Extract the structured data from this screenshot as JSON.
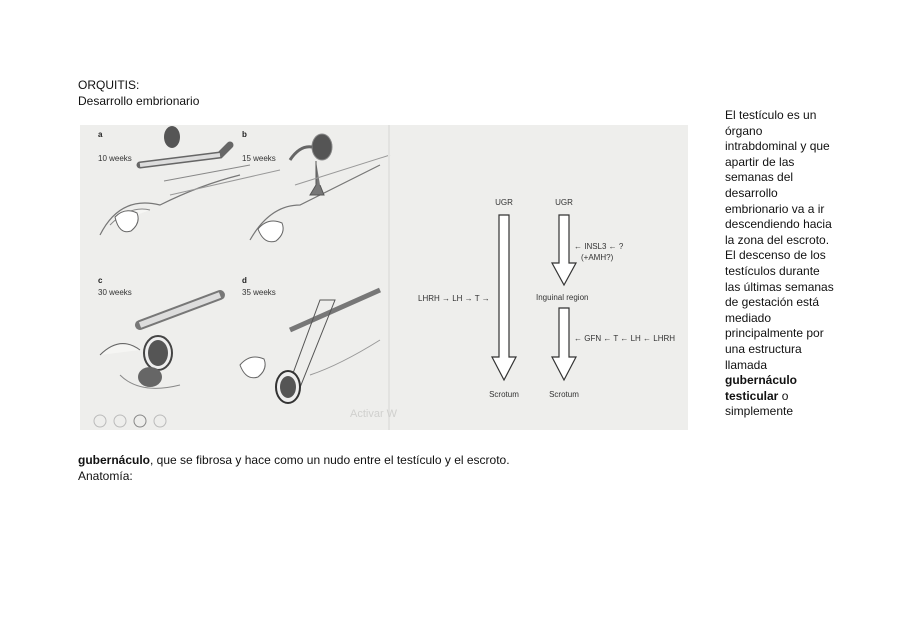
{
  "heading": {
    "line1": "ORQUITIS:",
    "line2": "Desarrollo embrionario"
  },
  "sidebar": {
    "p1": "El testículo es un órgano intrabdominal y que apartir de las semanas del desarrollo embrionario va a ir descendiendo hacia la zona del escroto.",
    "p2_start": "El descenso de los testículos durante las últimas semanas de gestación está mediado principalmente por una estructura llamada ",
    "p2_bold": "gubernáculo testicular",
    "p2_end": " o simplemente"
  },
  "bottom": {
    "bold": "gubernáculo",
    "rest": ", que se fibrosa y hace como un nudo entre el testículo y el escroto.",
    "line2": "Anatomía:"
  },
  "figure": {
    "panels": [
      {
        "letter": "a",
        "weeks": "10 weeks"
      },
      {
        "letter": "b",
        "weeks": "15 weeks"
      },
      {
        "letter": "c",
        "weeks": "30 weeks"
      },
      {
        "letter": "d",
        "weeks": "35 weeks"
      }
    ],
    "diagram": {
      "ugr_left": "UGR",
      "ugr_right": "UGR",
      "lhrh_chain": "LHRH → LH → T →",
      "insl3": "← INSL3 ← ?",
      "amh": "(+AMH?)",
      "inguinal": "Inguinal region",
      "gfn_chain": "← GFN ← T ← LH ← LHRH",
      "scrotum_left": "Scrotum",
      "scrotum_right": "Scrotum"
    },
    "watermark": "Activar W"
  }
}
